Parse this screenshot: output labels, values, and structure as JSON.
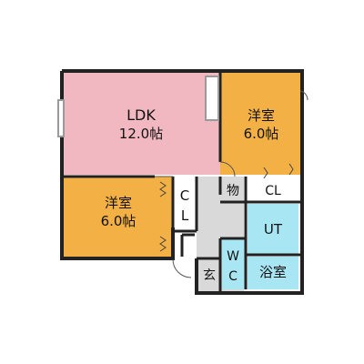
{
  "rooms": {
    "ldk": {
      "name": "LDK",
      "size": "12.0帖",
      "color": "#f2b8c1"
    },
    "western_room_1": {
      "name": "洋室",
      "size": "6.0帖",
      "color": "#f3b145"
    },
    "western_room_2": {
      "name": "洋室",
      "size": "6.0帖",
      "color": "#f3b145"
    },
    "closet_1": {
      "name_top": "C",
      "name_bottom": "L"
    },
    "storage": {
      "name": "物"
    },
    "closet_2": {
      "name": "CL"
    },
    "utility": {
      "name": "UT",
      "color": "#a9e6f4"
    },
    "toilet": {
      "name_top": "W",
      "name_bottom": "C",
      "color": "#a9e6f4"
    },
    "bathroom": {
      "name": "浴室",
      "color": "#a9e6f4"
    },
    "entrance": {
      "name": "玄"
    }
  },
  "colors": {
    "wall": "#222222",
    "hall": "#ffffff",
    "storage_fill": "#d9d9d9",
    "window": "#9a9a9a"
  }
}
